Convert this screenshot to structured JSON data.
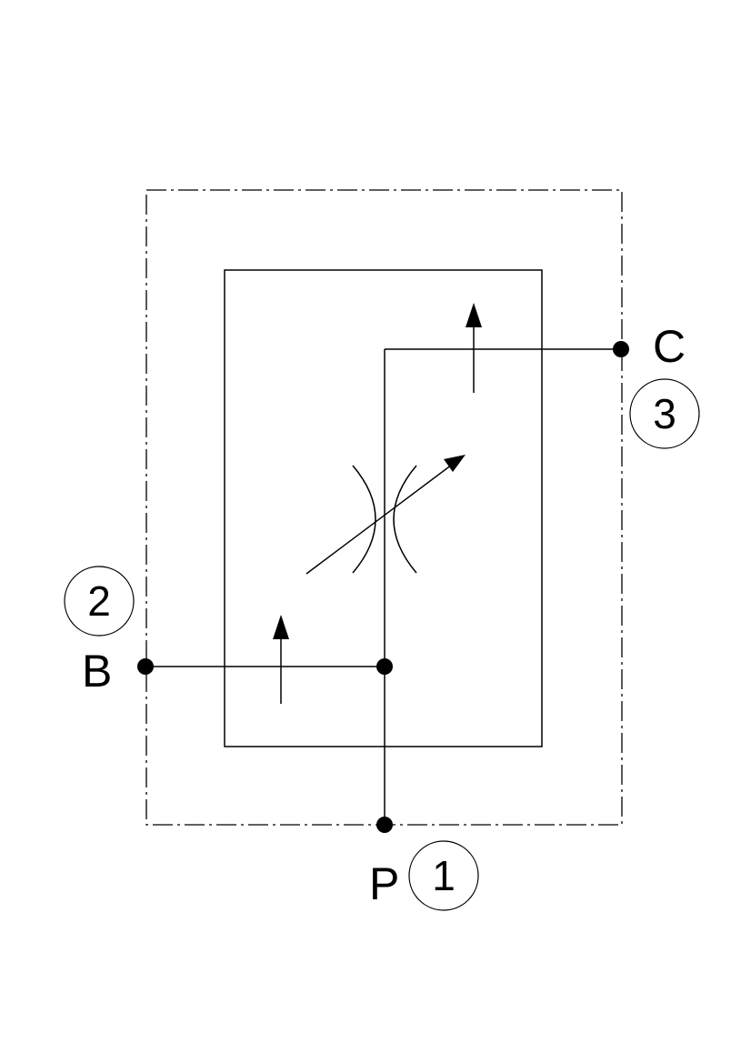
{
  "diagram": {
    "type": "hydraulic-valve-schematic",
    "colors": {
      "line": "#000000",
      "background": "#ffffff"
    },
    "ports": {
      "pressure": {
        "letter": "P",
        "number": "1"
      },
      "branch_b": {
        "letter": "B",
        "number": "2"
      },
      "branch_c": {
        "letter": "C",
        "number": "3"
      }
    },
    "symbols": [
      "dash-dot-envelope",
      "valve-body",
      "adjustable-throttle",
      "flow-arrow"
    ]
  }
}
